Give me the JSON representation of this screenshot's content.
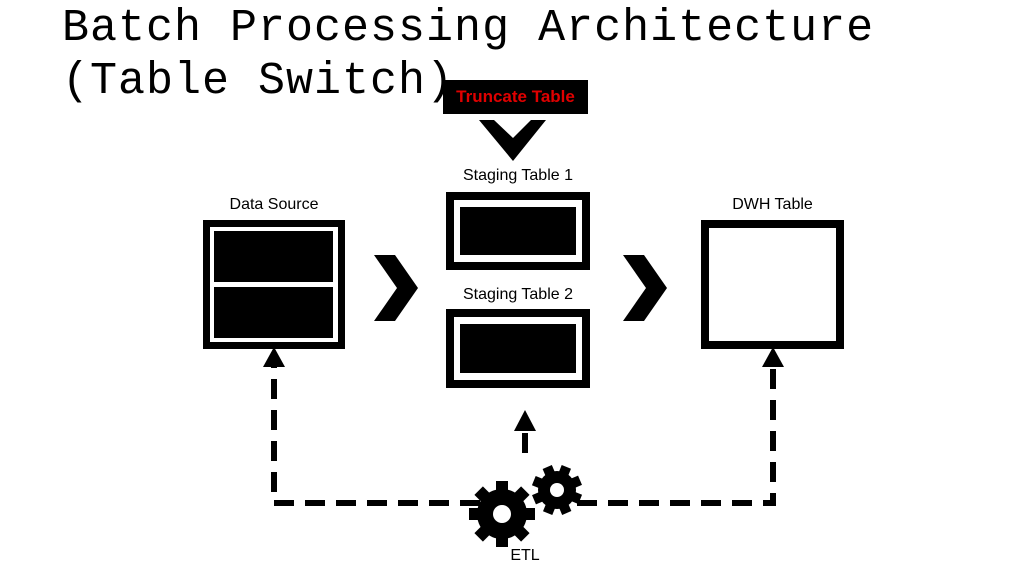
{
  "title": {
    "line1": "Batch Processing Architecture",
    "line2": "(Table Switch)"
  },
  "nodes": {
    "truncate": "Truncate Table",
    "data_source": "Data Source",
    "staging1": "Staging Table 1",
    "staging2": "Staging Table 2",
    "dwh": "DWH Table",
    "etl": "ETL"
  },
  "colors": {
    "truncate_text": "#e00000",
    "stroke": "#000000",
    "background": "#ffffff"
  },
  "icons": [
    "gear-icon",
    "chevron-right-icon",
    "chevron-down-icon",
    "arrow-up-icon"
  ]
}
